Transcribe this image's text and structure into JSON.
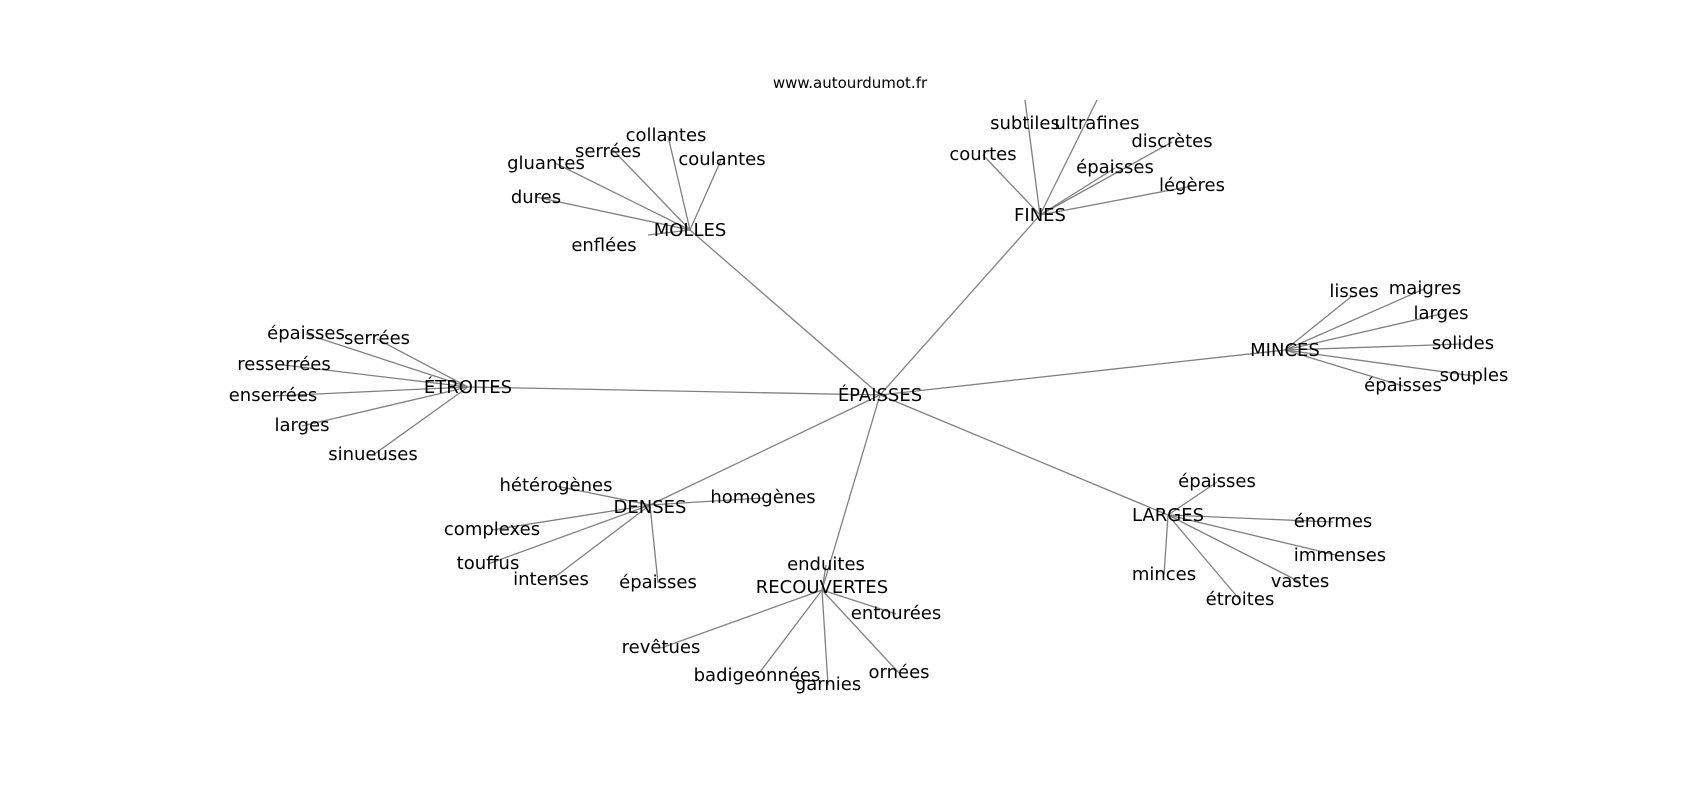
{
  "site_label": "www.autourdumot.fr",
  "graph": {
    "center": {
      "id": "c",
      "label": "ÉPAISSES"
    },
    "clusters": [
      {
        "id": "molles",
        "label": "MOLLES",
        "leaves": [
          "collantes",
          "serrées",
          "gluantes",
          "coulantes",
          "dures",
          "enflées"
        ]
      },
      {
        "id": "fines",
        "label": "FINES",
        "leaves": [
          "subtiles",
          "ultrafines",
          "discrètes",
          "courtes",
          "épaisses",
          "légères"
        ]
      },
      {
        "id": "minces",
        "label": "MINCES",
        "leaves": [
          "lisses",
          "maigres",
          "larges",
          "solides",
          "souples",
          "épaisses"
        ]
      },
      {
        "id": "etroites",
        "label": "ÉTROITES",
        "leaves": [
          "épaisses",
          "serrées",
          "resserrées",
          "enserrées",
          "larges",
          "sinueuses"
        ]
      },
      {
        "id": "denses",
        "label": "DENSES",
        "leaves": [
          "hétérogènes",
          "homogènes",
          "complexes",
          "touffus",
          "intenses",
          "épaisses"
        ]
      },
      {
        "id": "recouvertes",
        "label": "RECOUVERTES",
        "leaves": [
          "enduites",
          "entourées",
          "revêtues",
          "badigeonnées",
          "garnies",
          "ornées"
        ]
      },
      {
        "id": "larges",
        "label": "LARGES",
        "leaves": [
          "épaisses",
          "énormes",
          "immenses",
          "minces",
          "étroites",
          "vastes"
        ]
      }
    ]
  }
}
